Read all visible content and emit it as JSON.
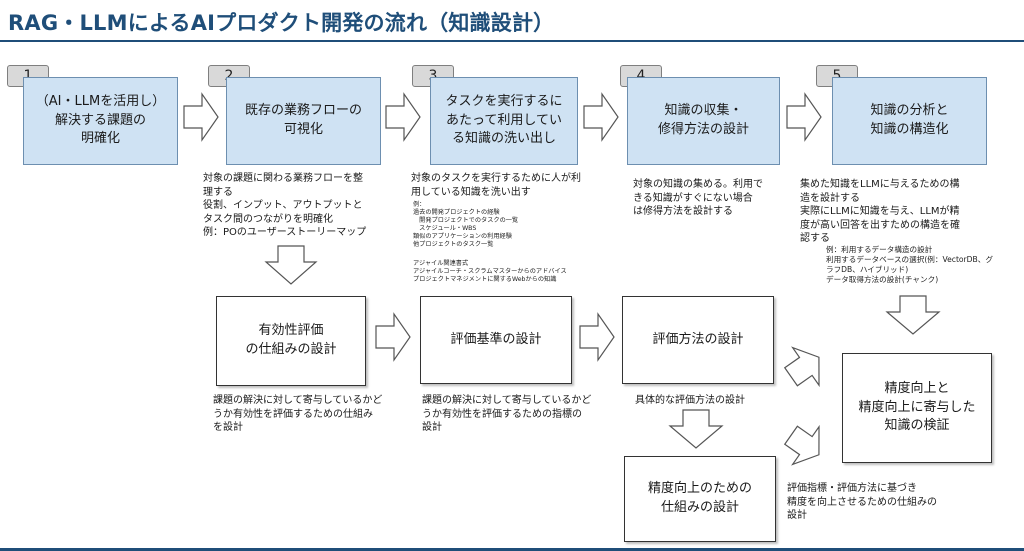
{
  "title": "RAG・LLMによるAIプロダクト開発の流れ（知識設計）",
  "steps": [
    {
      "num": "1",
      "label": "（AI・LLMを活用し）\n解決する課題の\n明確化"
    },
    {
      "num": "2",
      "label": "既存の業務フローの\n可視化"
    },
    {
      "num": "3",
      "label": "タスクを実行するに\nあたって利用してい\nる知識の洗い出し"
    },
    {
      "num": "4",
      "label": "知識の収集・\n修得方法の設計"
    },
    {
      "num": "5",
      "label": "知識の分析と\n知識の構造化"
    }
  ],
  "step_notes": {
    "s2": "対象の課題に関わる業務フローを整\n理する\n役割、インプット、アウトプットと\nタスク間のつながりを明確化\n例：POのユーザーストーリーマップ",
    "s3_main": "対象のタスクを実行するために人が利\n用している知識を洗い出す",
    "s3_examples_1": "例：\n過去の開発プロジェクトの経験\n　開発プロジェクトでのタスクの一覧\n　スケジュール・WBS\n類似のアプリケーションの利用経験\n他プロジェクトのタスク一覧",
    "s3_examples_2": "アジャイル関連書式\nアジャイルコーチ・スクラムマスターからのアドバイス\nプロジェクトマネジメントに関するWebからの知識",
    "s4": "対象の知識の集める。利用で\nきる知識がすぐにない場合\nは修得方法を設計する",
    "s5_main": "集めた知識をLLMに与えるための構\n造を設計する\n実際にLLMに知識を与え、LLMが精\n度が高い回答を出すための構造を確\n認する",
    "s5_examples": "例：利用するデータ構造の設計\n利用するデータベースの選択(例：VectorDB、グ\nラフDB、ハイブリッド)\nデータ取得方法の設計(チャンク)"
  },
  "eval_boxes": {
    "mechanism": "有効性評価\nの仕組みの設計",
    "criteria": "評価基準の設計",
    "method": "評価方法の設計",
    "accuracy_mechanism": "精度向上のための\n仕組みの設計",
    "verification": "精度向上と\n精度向上に寄与した\n知識の検証"
  },
  "eval_notes": {
    "mechanism": "課題の解決に対して寄与しているかど\nうか有効性を評価するための仕組み\nを設計",
    "criteria": "課題の解決に対して寄与しているかど\nうか有効性を評価するための指標の\n設計",
    "method": "具体的な評価方法の設計",
    "verification": "評価指標・評価方法に基づき\n精度を向上させるための仕組みの\n設計"
  }
}
